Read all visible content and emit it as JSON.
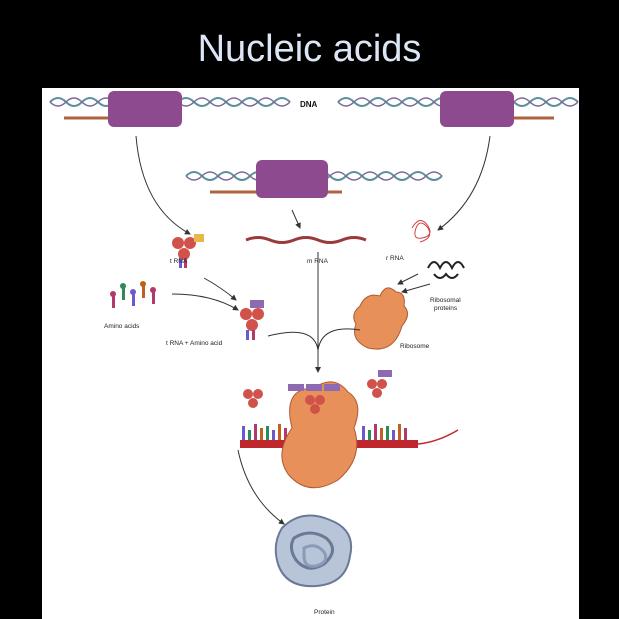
{
  "slide": {
    "title": "Nucleic acids"
  },
  "diagram": {
    "labels": {
      "dna": "DNA",
      "trna": "t RNA",
      "mrna": "m RNA",
      "rrna": "r RNA",
      "ribosomal_proteins_1": "Ribosomal",
      "ribosomal_proteins_2": "proteins",
      "amino_acids": "Amino acids",
      "trna_amino_acid": "t RNA + Amino acid",
      "ribosome": "Ribosome",
      "protein": "Protein"
    },
    "colors": {
      "background": "#000000",
      "title": "#dce6f5",
      "panel": "#ffffff",
      "gene_box": "#8e4a8f",
      "helix": "#5d8fa0",
      "mrna": "#9b3a3a",
      "ribosome": "#e8905a",
      "trna": "#d0524a",
      "protein": "#8a9bb8"
    }
  }
}
